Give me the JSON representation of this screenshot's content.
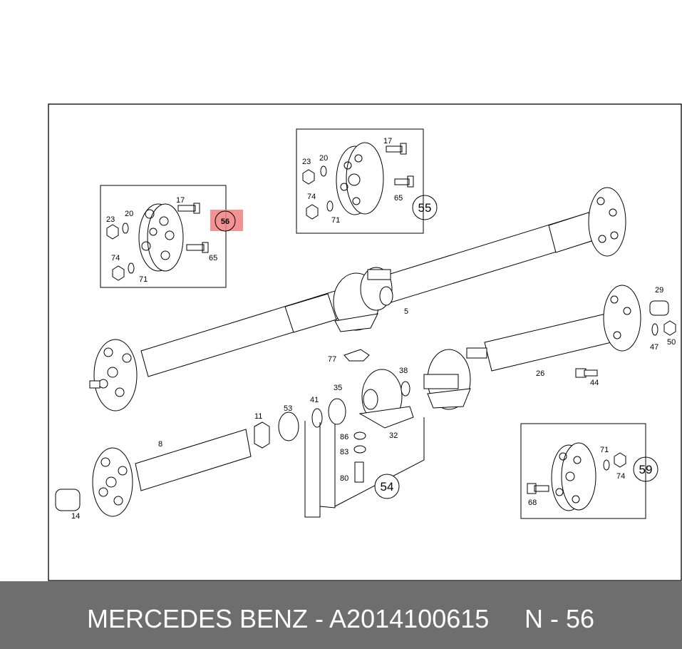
{
  "footer": {
    "part_text": "MERCEDES BENZ - A2014100615",
    "position_text": "N - 56"
  },
  "highlight": {
    "label": "56",
    "color": "#f08080"
  },
  "group_labels": {
    "g55": "55",
    "g54": "54",
    "g59": "59"
  },
  "labels": {
    "l17a": "17",
    "l20a": "20",
    "l23a": "23",
    "l74a": "74",
    "l71a": "71",
    "l65a": "65",
    "l17b": "17",
    "l20b": "20",
    "l23b": "23",
    "l74b": "74",
    "l71b": "71",
    "l65b": "65",
    "l5": "5",
    "l29": "29",
    "l47": "47",
    "l50": "50",
    "l77": "77",
    "l38": "38",
    "l26": "26",
    "l44": "44",
    "l35": "35",
    "l41": "41",
    "l53": "53",
    "l11": "11",
    "l8": "8",
    "l14": "14",
    "l86": "86",
    "l83": "83",
    "l80": "80",
    "l32": "32",
    "l71c": "71",
    "l74c": "74",
    "l68": "68"
  }
}
